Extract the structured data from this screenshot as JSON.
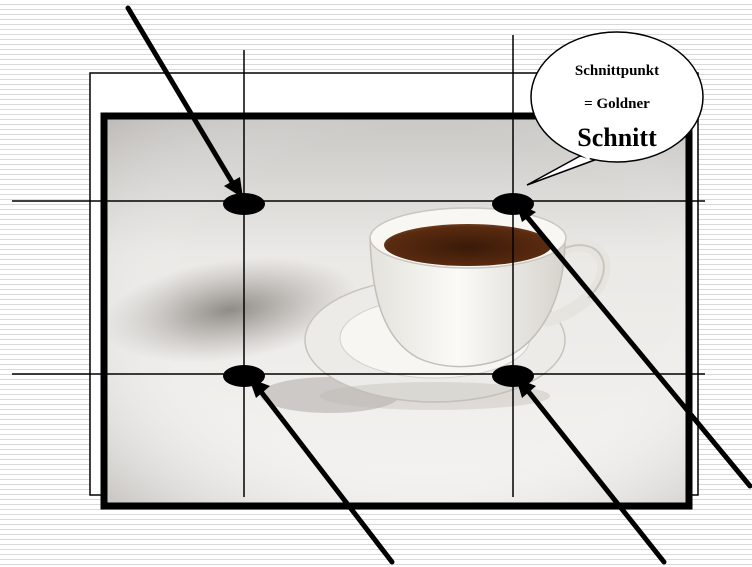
{
  "callout": {
    "line1": "Schnittpunkt",
    "line2": "= Goldner",
    "line3": "Schnitt"
  },
  "colors": {
    "frame": "#000000",
    "photo_background_light": "#f1f0ee",
    "photo_background_dark": "#cfccc7",
    "cup": "#f5f4f0",
    "coffee": "#4a2410",
    "shadow": "#8f8b86"
  }
}
